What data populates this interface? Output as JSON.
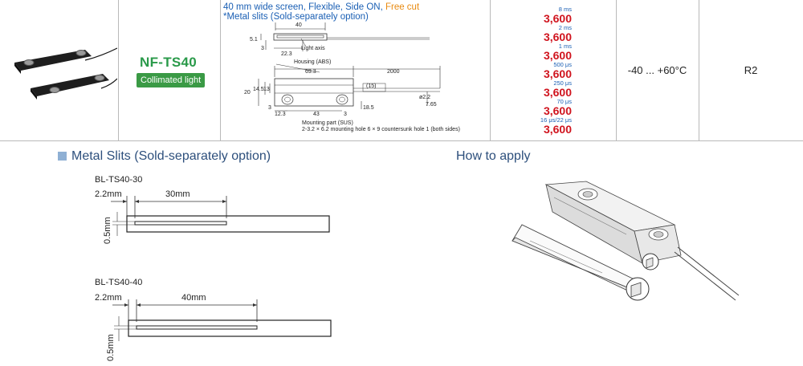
{
  "product": {
    "model": "NF-TS40",
    "badge": "Collimated light"
  },
  "spec": {
    "title_main": "40 mm wide screen, Flexible, Side ON, ",
    "title_free": "Free cut",
    "subtitle": "*Metal slits (Sold-separately option)",
    "dims_top": {
      "d40": "40",
      "d5_1": "5.1",
      "d3": "3",
      "d22_3": "22.3",
      "light_axis": "Light axis"
    },
    "dims_bottom": {
      "housing": "Housing (ABS)",
      "d69_3": "69.3",
      "d2000": "2000",
      "d20": "20",
      "d14_5": "14.5",
      "d13": "13",
      "d15": "(15)",
      "d2_2": "ø2.2",
      "d7_65": "7.65",
      "d18_5": "18.5",
      "d3": "3",
      "d12_3": "12.3",
      "d43": "43",
      "d3b": "3",
      "mounting": "Mounting part (SUS)",
      "mounting_desc": "2-3.2 × 6.2 mounting hole 6 × 9 countersunk hole 1 (both sides)"
    }
  },
  "response": [
    {
      "label": "8 ms",
      "value": "3,600"
    },
    {
      "label": "2 ms",
      "value": "3,600"
    },
    {
      "label": "1 ms",
      "value": "3,600"
    },
    {
      "label": "500 μs",
      "value": "3,600"
    },
    {
      "label": "250 μs",
      "value": "3,600"
    },
    {
      "label": "70 μs",
      "value": "3,600"
    },
    {
      "label": "16 μs/22 μs",
      "value": "3,600"
    }
  ],
  "temperature": "-40 ... +60°C",
  "rank": "R2",
  "metal_slits": {
    "heading": "Metal Slits (Sold-separately option)",
    "items": [
      {
        "name": "BL-TS40-30",
        "offset": "2.2mm",
        "length": "30mm",
        "thickness": "0.5mm"
      },
      {
        "name": "BL-TS40-40",
        "offset": "2.2mm",
        "length": "40mm",
        "thickness": "0.5mm"
      }
    ]
  },
  "how_to_apply": {
    "heading": "How to apply"
  }
}
